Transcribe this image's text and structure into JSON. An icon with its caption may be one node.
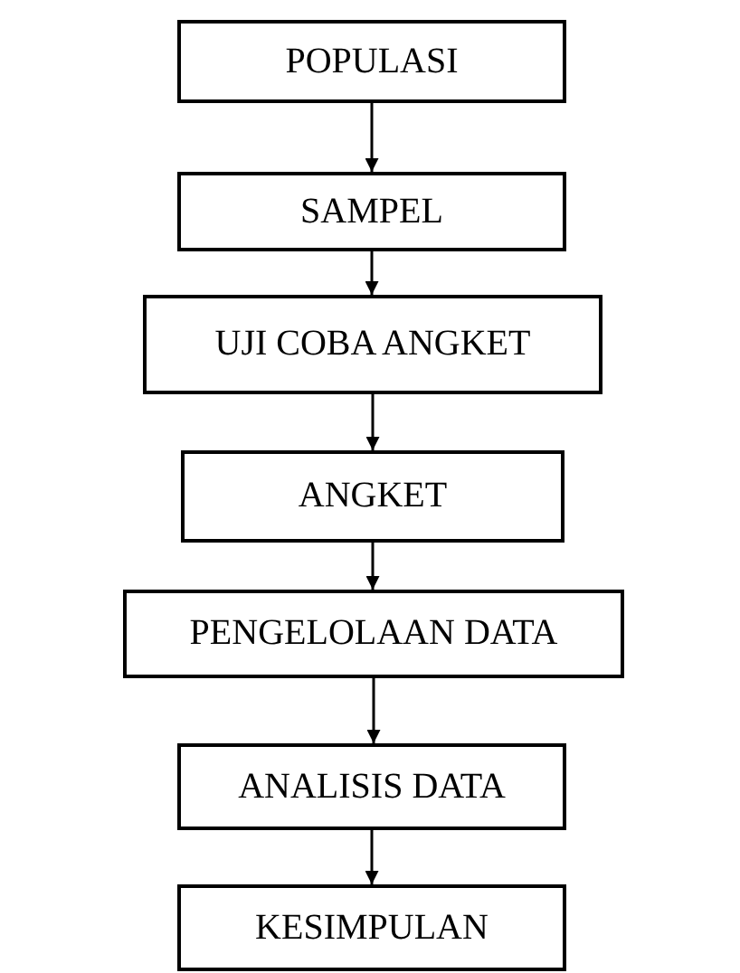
{
  "diagram": {
    "nodes": [
      {
        "text": [
          "POPULASI"
        ]
      },
      {
        "text": [
          "SAMPEL"
        ]
      },
      {
        "text": [
          "UJI COBA ANGKET"
        ]
      },
      {
        "text": [
          "ANGKET"
        ]
      },
      {
        "text": [
          "PENGELOLAAN DATA"
        ]
      },
      {
        "text": [
          "ANALISIS DATA"
        ]
      },
      {
        "text": [
          "KESIMPULAN"
        ]
      }
    ],
    "edges": [
      {
        "from": 0,
        "to": 1,
        "arrow": "to"
      },
      {
        "from": 1,
        "to": 2,
        "arrow": "to"
      },
      {
        "from": 2,
        "to": 3,
        "arrow": "to"
      },
      {
        "from": 3,
        "to": 4,
        "arrow": "to"
      },
      {
        "from": 4,
        "to": 5,
        "arrow": "to"
      },
      {
        "from": 5,
        "to": 6,
        "arrow": "to"
      }
    ]
  }
}
